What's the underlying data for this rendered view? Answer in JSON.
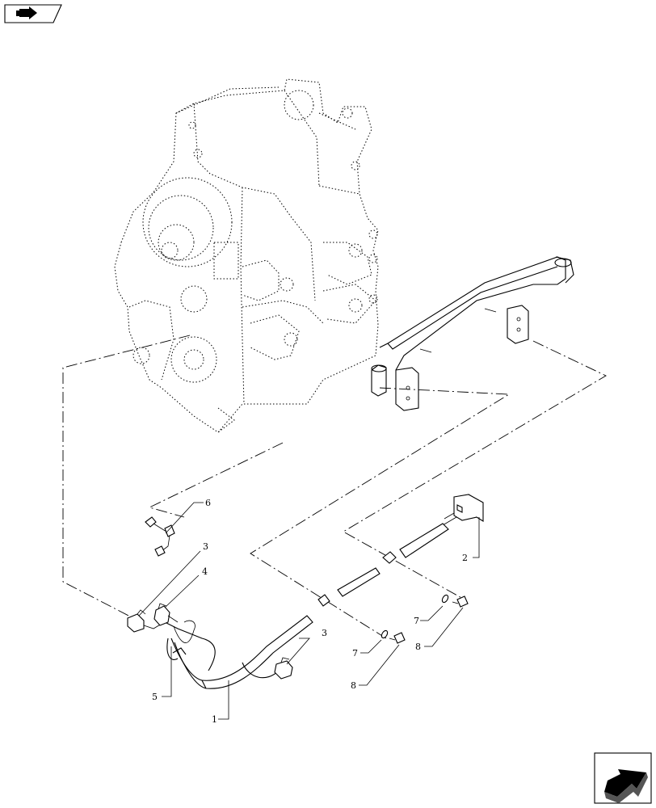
{
  "callouts": [
    {
      "id": "c1",
      "label": "1"
    },
    {
      "id": "c2",
      "label": "2"
    },
    {
      "id": "c3a",
      "label": "3"
    },
    {
      "id": "c3b",
      "label": "3"
    },
    {
      "id": "c4",
      "label": "4"
    },
    {
      "id": "c5",
      "label": "5"
    },
    {
      "id": "c6",
      "label": "6"
    },
    {
      "id": "c7a",
      "label": "7"
    },
    {
      "id": "c7b",
      "label": "7"
    },
    {
      "id": "c8a",
      "label": "8"
    },
    {
      "id": "c8b",
      "label": "8"
    }
  ],
  "icons": {
    "top_left": "book-arrow-icon",
    "bottom_right": "next-page-arrow-icon"
  }
}
